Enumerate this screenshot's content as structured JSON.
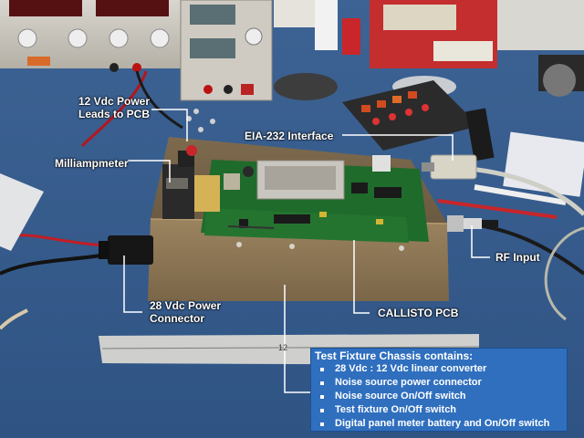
{
  "labels": {
    "power_leads_line1": "12 Vdc Power",
    "power_leads_line2": "Leads to PCB",
    "milliampmeter": "Milliampmeter",
    "eia232": "EIA-232 Interface",
    "rf_input": "RF Input",
    "power_connector_line1": "28 Vdc Power",
    "power_connector_line2": "Connector",
    "callisto_pcb": "CALLISTO PCB"
  },
  "info_box": {
    "title": "Test Fixture Chassis contains:",
    "items": [
      "28 Vdc : 12 Vdc linear converter",
      "Noise source power connector",
      "Noise source On/Off switch",
      "Test fixture On/Off switch",
      "Digital panel meter battery and On/Off switch"
    ]
  },
  "ruler_text": "12",
  "colors": {
    "bench_blue": "#3a5f8e",
    "chassis": "#8a7455",
    "pcb_green": "#1f6b2c",
    "info_box": "#2f6fbe"
  }
}
